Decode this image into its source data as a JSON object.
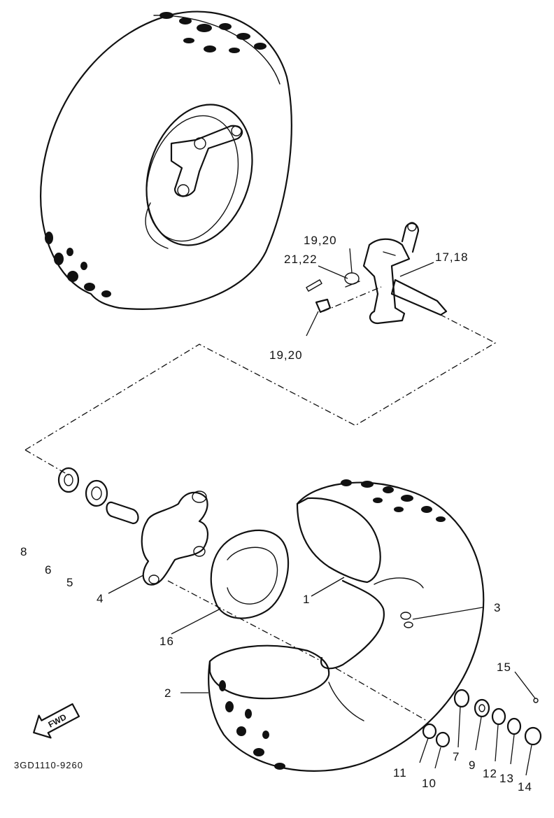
{
  "diagram": {
    "drawing_code": "3GD1110-9260",
    "direction_arrow": "FWD",
    "callouts": {
      "c1": "1",
      "c2": "2",
      "c3": "3",
      "c4": "4",
      "c5": "5",
      "c6": "6",
      "c7": "7",
      "c8": "8",
      "c9": "9",
      "c10": "10",
      "c11": "11",
      "c12": "12",
      "c13": "13",
      "c14": "14",
      "c15": "15",
      "c16": "16",
      "c17_18": "17,18",
      "c19_20_upper": "19,20",
      "c19_20_lower": "19,20",
      "c21_22": "21,22"
    }
  }
}
